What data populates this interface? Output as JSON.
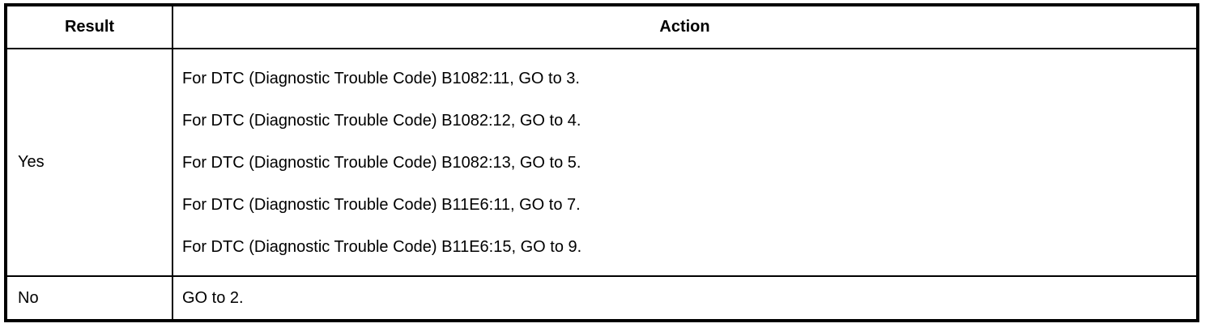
{
  "table": {
    "columns": [
      {
        "label": "Result"
      },
      {
        "label": "Action"
      }
    ],
    "rows": [
      {
        "result": "Yes",
        "actions": [
          "For DTC (Diagnostic Trouble Code) B1082:11, GO to 3.",
          "For DTC (Diagnostic Trouble Code) B1082:12, GO to 4.",
          "For DTC (Diagnostic Trouble Code) B1082:13, GO to 5.",
          "For DTC (Diagnostic Trouble Code) B11E6:11, GO to 7.",
          "For DTC (Diagnostic Trouble Code) B11E6:15, GO to 9."
        ]
      },
      {
        "result": "No",
        "actions": [
          "GO to 2."
        ]
      }
    ],
    "colors": {
      "border": "#000000",
      "text": "#000000",
      "background": "#ffffff"
    }
  }
}
